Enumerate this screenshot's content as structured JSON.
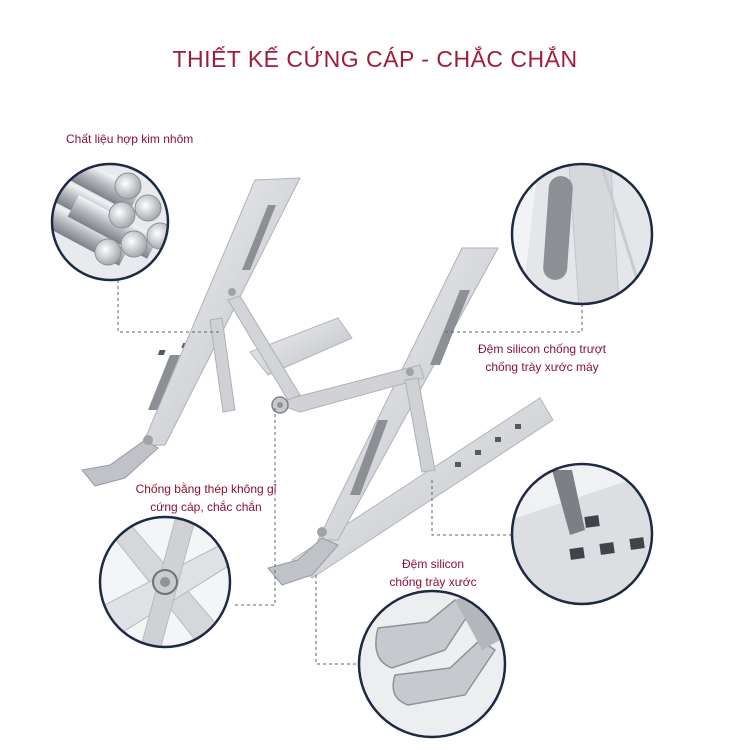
{
  "title": "THIẾT KẾ CỨNG CÁP - CHẮC CHẮN",
  "annotations": {
    "material": "Chất liệu hợp kim nhôm",
    "silicon_pad_line1": "Đệm silicon chống trượt",
    "silicon_pad_line2": "chống trày xước máy",
    "steel_line1": "Chống bằng thép không gỉ",
    "steel_line2": "cứng cáp, chắc chắn",
    "foot_pad_line1": "Đệm silicon",
    "foot_pad_line2": "chống trày xước"
  },
  "colors": {
    "title": "#a01c3a",
    "label": "#8b1030",
    "circle_border": "#1e2a44",
    "aluminum": "#d9dbdf",
    "pad": "#8c8f94"
  }
}
